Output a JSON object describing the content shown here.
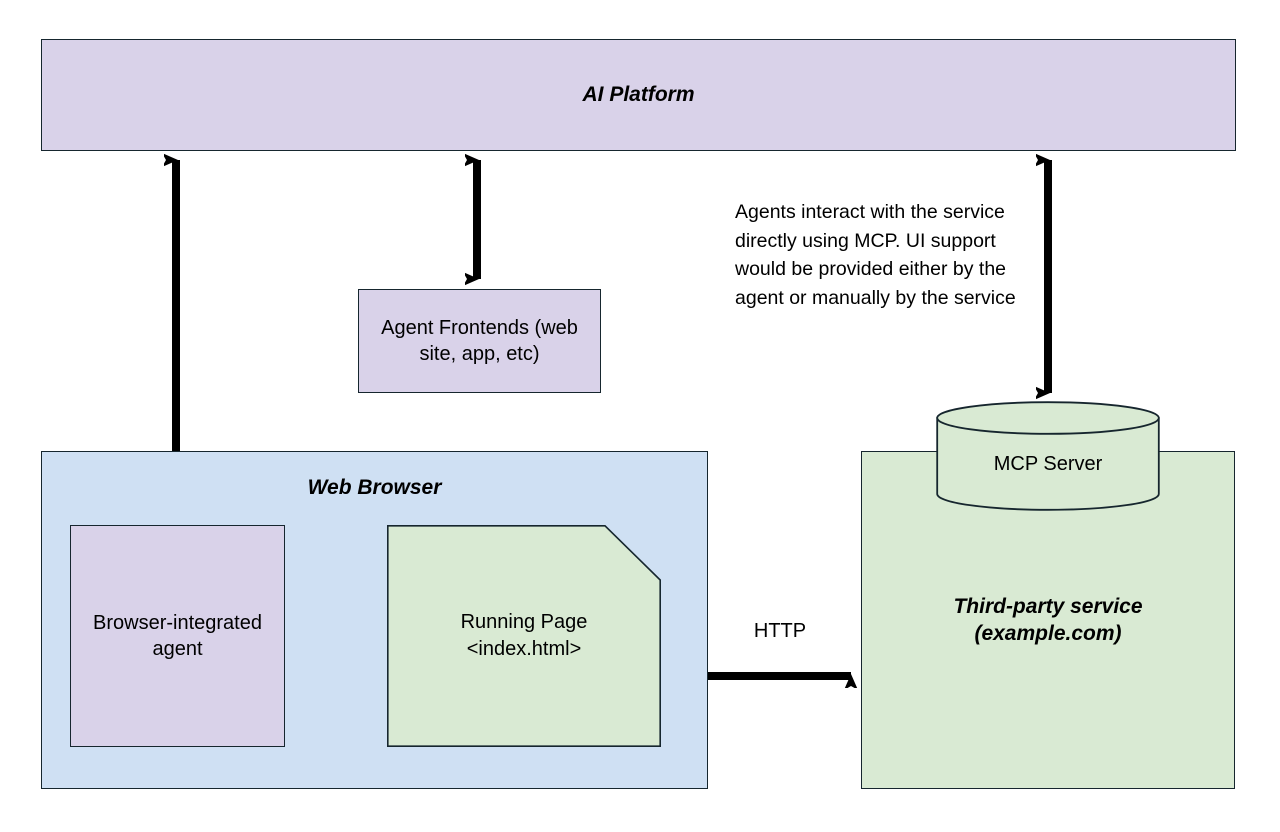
{
  "diagram": {
    "title": "Agent / MCP architecture diagram",
    "colors": {
      "purple_fill": "#d9d2e9",
      "blue_fill": "#cfe0f3",
      "green_fill": "#d9ead3",
      "stroke": "#16262e",
      "arrow": "#000000",
      "text": "#000000"
    },
    "nodes": {
      "ai_platform": {
        "label": "AI Platform"
      },
      "agent_frontends": {
        "label": "Agent Frontends (web site, app, etc)"
      },
      "web_browser": {
        "label": "Web Browser"
      },
      "browser_agent": {
        "label": "Browser-integrated agent"
      },
      "running_page": {
        "label": "Running Page\n<index.html>"
      },
      "mcp_server": {
        "label": "MCP Server"
      },
      "third_party": {
        "label": "Third-party service\n(example.com)"
      }
    },
    "annotations": {
      "mcp_note": "Agents interact with the service directly using MCP. UI support would be provided either by the agent or manually by the service",
      "http_label": "HTTP"
    },
    "connectors": [
      {
        "name": "ai-platform-to-browser-agent",
        "type": "double-arrow",
        "orientation": "vertical"
      },
      {
        "name": "ai-platform-to-agent-frontends",
        "type": "double-arrow",
        "orientation": "vertical"
      },
      {
        "name": "ai-platform-to-mcp-server",
        "type": "double-arrow",
        "orientation": "vertical"
      },
      {
        "name": "running-page-to-third-party",
        "type": "double-arrow",
        "orientation": "horizontal",
        "label": "HTTP"
      }
    ]
  }
}
